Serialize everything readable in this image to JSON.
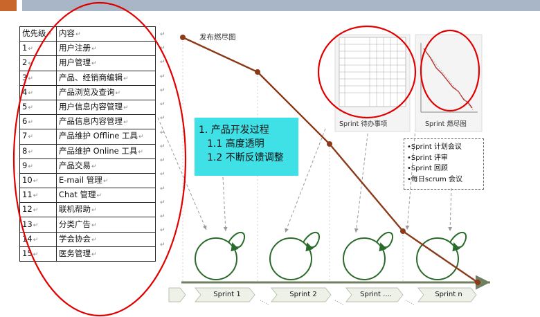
{
  "table": {
    "headers": [
      "优先级",
      "内容"
    ],
    "rows": [
      {
        "priority": "1",
        "content": "用户注册"
      },
      {
        "priority": "2",
        "content": "用户管理"
      },
      {
        "priority": "3",
        "content": "产品、经销商编辑"
      },
      {
        "priority": "4",
        "content": "产品浏览及查询"
      },
      {
        "priority": "5",
        "content": "用户信息内容管理"
      },
      {
        "priority": "6",
        "content": "产品信息内容管理"
      },
      {
        "priority": "7",
        "content": "产品维护 Offline 工具"
      },
      {
        "priority": "8",
        "content": "产品维护 Online 工具"
      },
      {
        "priority": "9",
        "content": "产品交易"
      },
      {
        "priority": "10",
        "content": "E-mail 管理"
      },
      {
        "priority": "11",
        "content": "Chat  管理"
      },
      {
        "priority": "12",
        "content": "联机帮助"
      },
      {
        "priority": "13",
        "content": "分类广告"
      },
      {
        "priority": "14",
        "content": "学会协会"
      },
      {
        "priority": "15",
        "content": "医务管理"
      }
    ]
  },
  "burndown": {
    "title": "发布燃尽图"
  },
  "process_box": {
    "line1": "1. 产品开发过程",
    "line2": "1.1 高度透明",
    "line3": "1.2 不断反馈调整"
  },
  "thumbnails": {
    "backlog_label": "Sprint 待办事项",
    "burndown_label": "Sprint 燃尽图"
  },
  "meetings": [
    "•Sprint 计划会议",
    "•Sprint 评审",
    "•Sprint 回顾",
    "•每日scrum 会议"
  ],
  "sprints": [
    "Sprint 1",
    "Sprint 2",
    "Sprint ....",
    "Sprint n"
  ],
  "colors": {
    "topbar": "#a8b6c8",
    "corner": "#c8662c",
    "ellipse": "#e00000",
    "burndown_line": "#8b3a1a",
    "process_box": "#3fe0e6",
    "timeline": "#9aaa8e"
  }
}
